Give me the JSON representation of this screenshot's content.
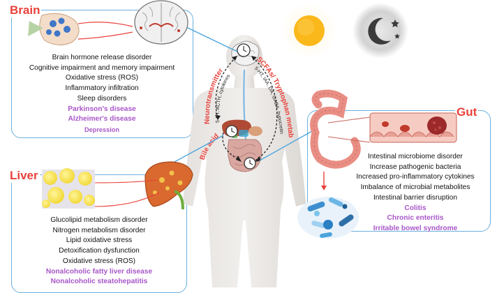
{
  "brain": {
    "title": "Brain",
    "symptoms": [
      "Brain hormone release disorder",
      "Cognitive impairment and memory impairment",
      "Oxidative stress (ROS)",
      "Inflammatory infiltration",
      "Sleep disorders"
    ],
    "diseases": [
      "Parkinson's disease",
      "Alzheimer's disease",
      "Depression"
    ]
  },
  "liver": {
    "title": "Liver",
    "symptoms": [
      "Glucolipid metabolism disorder",
      "Nitrogen metabolism disorder",
      "Lipid oxidative stress",
      "Detoxification dysfunction",
      "Oxidative stress (ROS)"
    ],
    "diseases": [
      "Nonalcoholic fatty liver disease",
      "Nonalcoholic steatohepatitis"
    ]
  },
  "gut": {
    "title": "Gut",
    "symptoms": [
      "Intestinal microbiome disorder",
      "Increase pathogenic bacteria",
      "Increased pro-inflammatory cytokines",
      "Imbalance of microbial metabolites",
      "Intestinal barrier disruption"
    ],
    "diseases": [
      "Colitis",
      "Chronic enteritis",
      "Irritable bowel syndrome"
    ]
  },
  "axis": {
    "neuro_title": "Neurotransmitter",
    "neuro_sub": "5-HT, ACTH, cytokines",
    "scfa_title": "SCFAs/ Tryptophan metabolites",
    "scfa_sub": "5-HT, IAA, DA, GABA, hypocretin",
    "bile_title": "Bile acid"
  },
  "icons": [
    "sun-icon",
    "moon-icon",
    "clock-icon",
    "human-body-icon",
    "brain-icon",
    "liver-icon",
    "colon-icon",
    "bacteria-icon"
  ],
  "colors": {
    "accent_red": "#e8413a",
    "panel_border": "#6ab0dd",
    "disease_purple": "#a857c8",
    "sun": "#fbb81b"
  }
}
